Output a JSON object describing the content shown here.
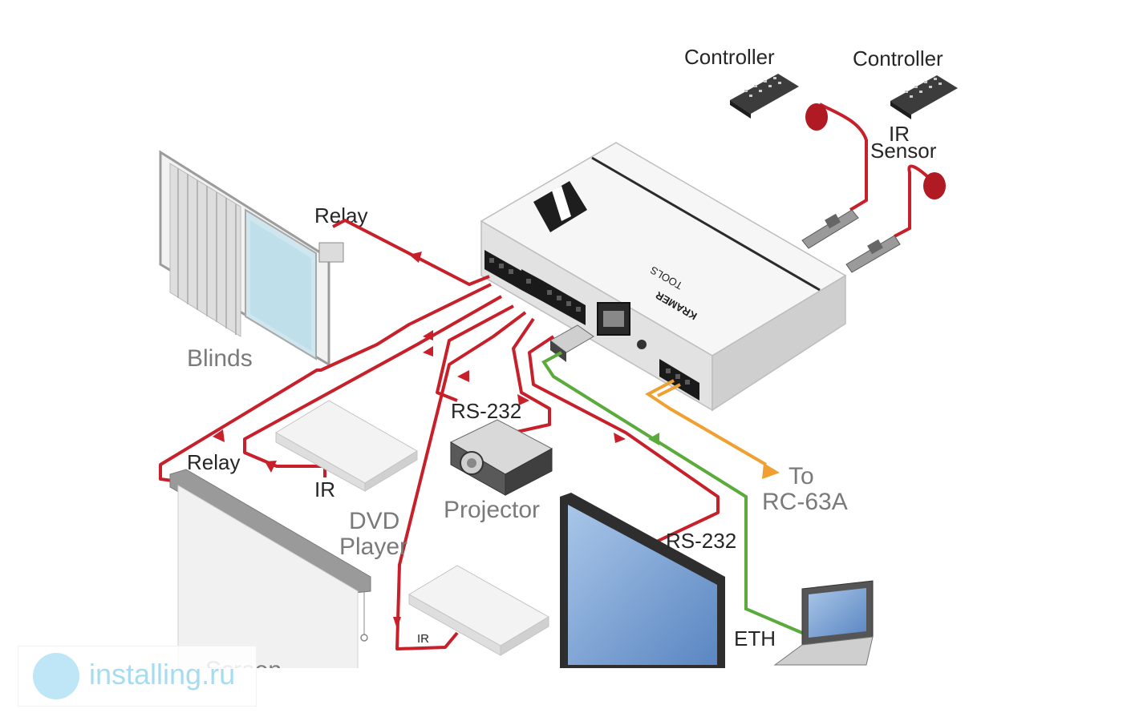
{
  "labels": {
    "controller_1": "Controller",
    "controller_2": "Controller",
    "ir_sensor_line1": "IR",
    "ir_sensor_line2": "Sensor",
    "relay_top": "Relay",
    "blinds": "Blinds",
    "relay_bottom": "Relay",
    "ir_dvd": "IR",
    "dvd_line1": "DVD",
    "dvd_line2": "Player",
    "rs232_projector": "RS-232",
    "projector": "Projector",
    "to_line1": "To",
    "to_line2": "RC-63A",
    "rs232_display": "RS-232",
    "eth": "ETH",
    "ir_small": "IR",
    "screen": "Screen"
  },
  "device": {
    "brand": "KRAMER",
    "line": "TOOLS"
  },
  "watermark": {
    "text": "installing.ru"
  },
  "colors": {
    "relay_cable": "#c8202a",
    "ethernet_cable": "#5aaa3c",
    "rc63a_cable": "#f0a030",
    "device_body": "#e8e8e8"
  }
}
